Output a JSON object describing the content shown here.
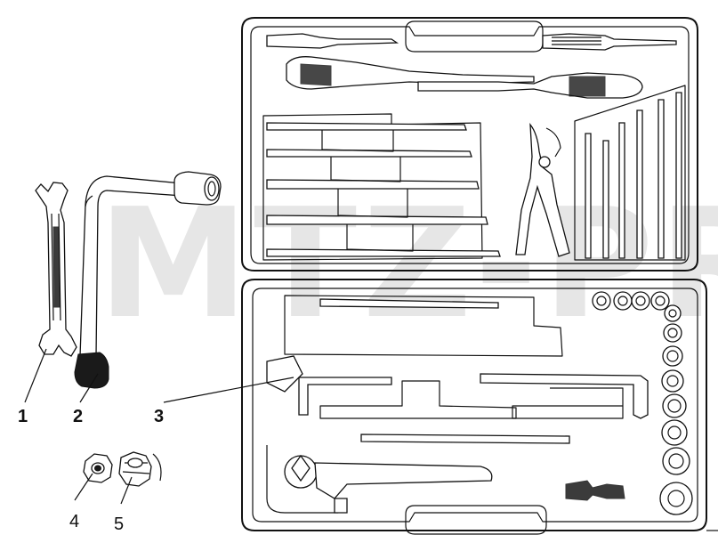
{
  "watermark": "MTZ-PRO",
  "callouts": [
    {
      "label": "1"
    },
    {
      "label": "2"
    },
    {
      "label": "3"
    },
    {
      "label": "4"
    },
    {
      "label": "5"
    }
  ]
}
